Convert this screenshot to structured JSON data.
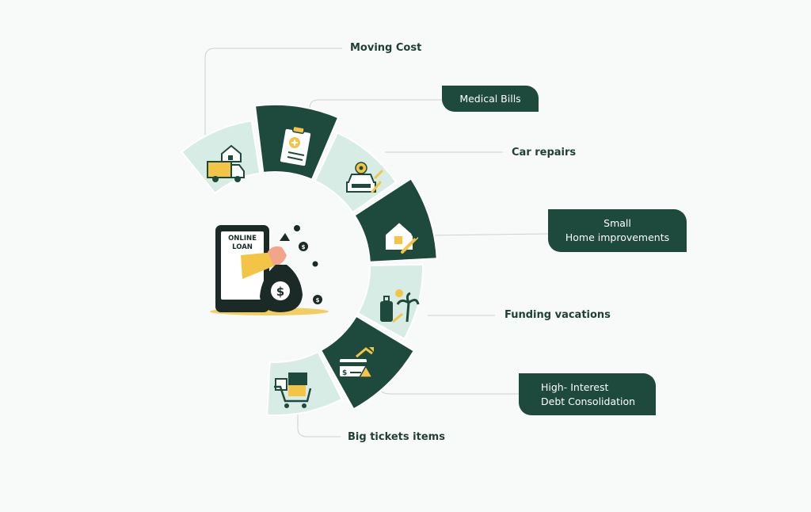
{
  "center": {
    "screen_text_line1": "ONLINE",
    "screen_text_line2": "LOAN",
    "bag_symbol": "$",
    "coin_symbol": "$",
    "icon": "phone-with-money-bag-icon"
  },
  "segments": [
    {
      "label": "Moving Cost",
      "icon": "moving-truck-icon",
      "style": "plain"
    },
    {
      "label": "Medical Bills",
      "icon": "medical-clipboard-icon",
      "style": "pill"
    },
    {
      "label": "Car repairs",
      "icon": "car-repair-icon",
      "style": "plain"
    },
    {
      "label_lines": [
        "Small",
        "Home improvements"
      ],
      "icon": "home-improvement-icon",
      "style": "pill"
    },
    {
      "label": "Funding vacations",
      "icon": "vacation-icon",
      "style": "plain"
    },
    {
      "label_lines": [
        "High- Interest",
        "Debt Consolidation"
      ],
      "icon": "debt-card-icon",
      "style": "pill"
    },
    {
      "label": "Big tickets items",
      "icon": "shopping-cart-icon",
      "style": "plain"
    }
  ],
  "colors": {
    "dark_green": "#1d4a3c",
    "light_green": "#d6ece4",
    "accent_yellow": "#f3c445",
    "connector": "#c8d3cf",
    "text_dark": "#1f3e35",
    "background": "#f8fafa"
  }
}
